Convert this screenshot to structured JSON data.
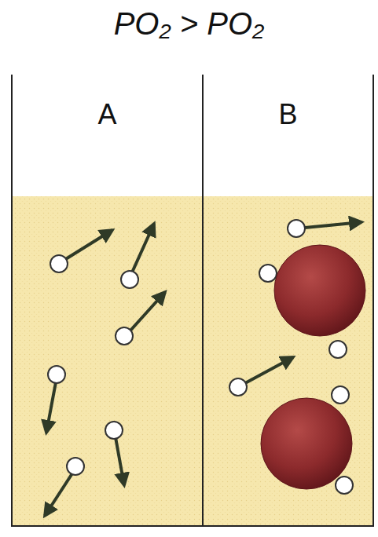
{
  "diagram": {
    "title": "PO₂ > PO₂",
    "nodes": [
      {
        "text": [
          "A"
        ]
      },
      {
        "text": [
          "B"
        ]
      }
    ]
  }
}
